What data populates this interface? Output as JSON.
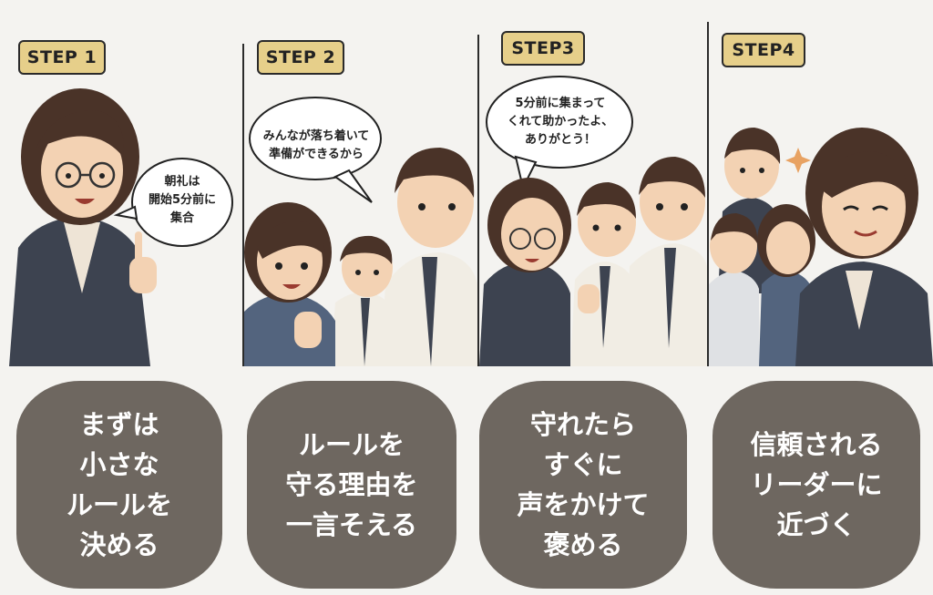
{
  "steps": [
    {
      "label": "STEP 1",
      "bubble": "朝礼は\n開始5分前に\n集合",
      "caption": "まずは\n小さな\nルールを\n決める"
    },
    {
      "label": "STEP 2",
      "bubble": "みんなが落ち着いて\n準備ができるから",
      "caption": "ルールを\n守る理由を\n一言そえる"
    },
    {
      "label": "STEP3",
      "bubble": "5分前に集まって\nくれて助かったよ、\nありがとう！",
      "caption": "守れたら\nすぐに\n声をかけて\n褒める"
    },
    {
      "label": "STEP4",
      "bubble": "",
      "caption": "信頼される\nリーダーに\n近づく"
    }
  ],
  "colors": {
    "badge": "#e6cf8a",
    "caption_bg": "#6e6760",
    "suit": "#3d4350",
    "hair": "#4a3328",
    "skin": "#f3d2b3"
  }
}
